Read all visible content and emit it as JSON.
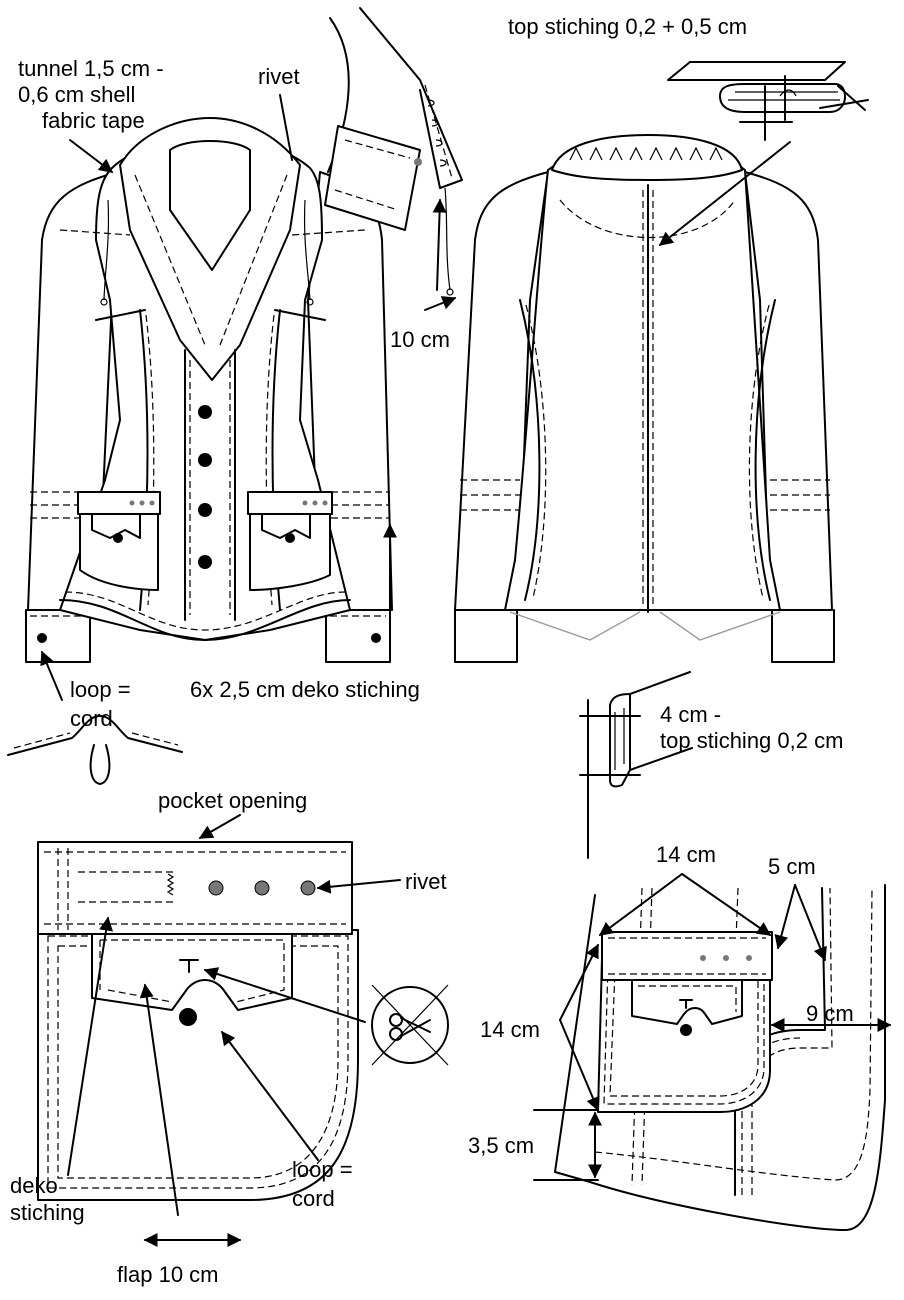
{
  "labels": {
    "tunnel_line1": "tunnel 1,5 cm -",
    "tunnel_line2": "0,6 cm shell",
    "tunnel_line3": "fabric tape",
    "rivet_top": "rivet",
    "top_stitching": "top stiching 0,2 + 0,5 cm",
    "ten_cm": "10 cm",
    "loop_line1": "loop =",
    "loop_line2": "cord",
    "deko_6x": "6x 2,5 cm deko stiching",
    "cuff_line1": "4 cm -",
    "cuff_line2": "top stiching 0,2 cm",
    "pocket_opening": "pocket opening",
    "rivet_pocket": "rivet",
    "loop2_line1": "loop =",
    "loop2_line2": "cord",
    "deko_line1": "deko",
    "deko_line2": "stiching",
    "flap": "flap 10 cm",
    "dim_14_top": "14 cm",
    "dim_5": "5 cm",
    "dim_14_side": "14 cm",
    "dim_9": "9 cm",
    "dim_3_5": "3,5 cm"
  },
  "colors": {
    "line": "#000000",
    "rivet": "#777777",
    "paper": "#ffffff"
  }
}
